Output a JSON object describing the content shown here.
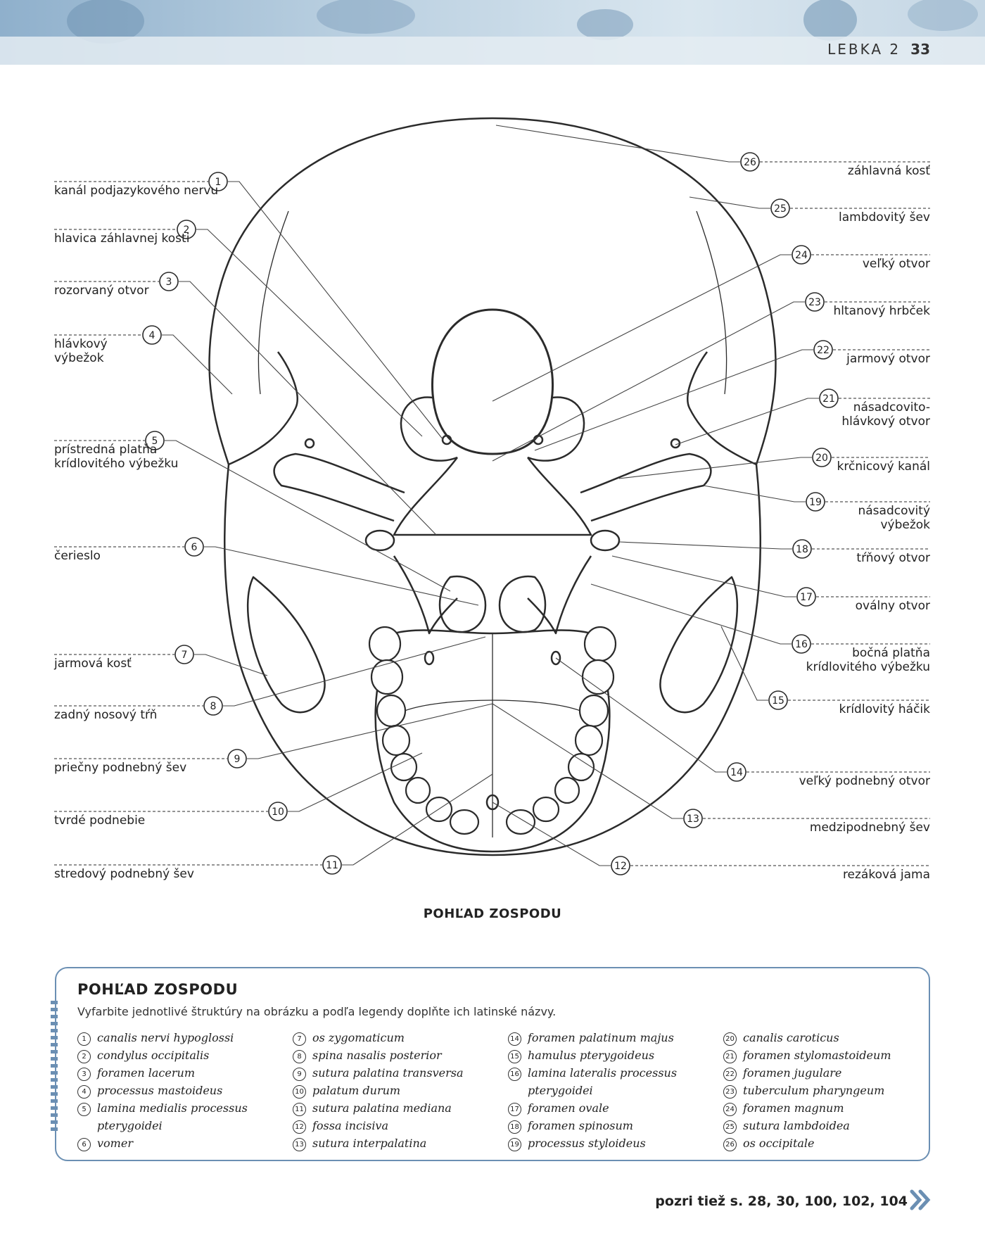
{
  "header": {
    "section": "LEBKA 2",
    "page": "33"
  },
  "labels_left": [
    {
      "num": "1",
      "text": "kanál podjazykového nervu"
    },
    {
      "num": "2",
      "text": "hlavica záhlavnej kosti"
    },
    {
      "num": "3",
      "text": "rozorvaný otvor"
    },
    {
      "num": "4",
      "text": "hlávkový\nvýbežok"
    },
    {
      "num": "5",
      "text": "prístredná platňa\nkrídlovitého výbežku"
    },
    {
      "num": "6",
      "text": "čerieslo"
    },
    {
      "num": "7",
      "text": "jarmová kosť"
    },
    {
      "num": "8",
      "text": "zadný nosový tŕň"
    },
    {
      "num": "9",
      "text": "priečny podnebný šev"
    },
    {
      "num": "10",
      "text": "tvrdé podnebie"
    },
    {
      "num": "11",
      "text": "stredový podnebný šev"
    }
  ],
  "labels_right": [
    {
      "num": "26",
      "text": "záhlavná kosť"
    },
    {
      "num": "25",
      "text": "lambdovitý šev"
    },
    {
      "num": "24",
      "text": "veľký otvor"
    },
    {
      "num": "23",
      "text": "hltanový hrbček"
    },
    {
      "num": "22",
      "text": "jarmový otvor"
    },
    {
      "num": "21",
      "text": "násadcovito-\nhlávkový otvor"
    },
    {
      "num": "20",
      "text": "krčnicový kanál"
    },
    {
      "num": "19",
      "text": "násadcovitý\nvýbežok"
    },
    {
      "num": "18",
      "text": "tŕňový otvor"
    },
    {
      "num": "17",
      "text": "oválny otvor"
    },
    {
      "num": "16",
      "text": "bočná platňa\nkrídlovitého výbežku"
    },
    {
      "num": "15",
      "text": "krídlovitý háčik"
    },
    {
      "num": "14",
      "text": "veľký podnebný otvor"
    },
    {
      "num": "13",
      "text": "medzipodnebný šev"
    },
    {
      "num": "12",
      "text": "rezáková jama"
    }
  ],
  "caption": "POHĽAD ZOSPODU",
  "legend": {
    "title": "POHĽAD ZOSPODU",
    "instruction": "Vyfarbite jednotlivé štruktúry na obrázku a podľa legendy doplňte ich latinské názvy.",
    "columns": [
      [
        {
          "num": "1",
          "text": "canalis nervi hypoglossi"
        },
        {
          "num": "2",
          "text": "condylus occipitalis"
        },
        {
          "num": "3",
          "text": "foramen lacerum"
        },
        {
          "num": "4",
          "text": "processus mastoideus"
        },
        {
          "num": "5",
          "text": "lamina medialis processus"
        },
        {
          "num": "",
          "text": "pterygoidei"
        },
        {
          "num": "6",
          "text": "vomer"
        }
      ],
      [
        {
          "num": "7",
          "text": "os zygomaticum"
        },
        {
          "num": "8",
          "text": "spina nasalis posterior"
        },
        {
          "num": "9",
          "text": "sutura palatina transversa"
        },
        {
          "num": "10",
          "text": "palatum durum"
        },
        {
          "num": "11",
          "text": "sutura palatina mediana"
        },
        {
          "num": "12",
          "text": "fossa incisiva"
        },
        {
          "num": "13",
          "text": "sutura interpalatina"
        }
      ],
      [
        {
          "num": "14",
          "text": "foramen palatinum majus"
        },
        {
          "num": "15",
          "text": "hamulus pterygoideus"
        },
        {
          "num": "16",
          "text": "lamina lateralis processus"
        },
        {
          "num": "",
          "text": "pterygoidei"
        },
        {
          "num": "17",
          "text": "foramen ovale"
        },
        {
          "num": "18",
          "text": "foramen spinosum"
        },
        {
          "num": "19",
          "text": "processus styloideus"
        }
      ],
      [
        {
          "num": "20",
          "text": "canalis caroticus"
        },
        {
          "num": "21",
          "text": "foramen stylomastoideum"
        },
        {
          "num": "22",
          "text": "foramen jugulare"
        },
        {
          "num": "23",
          "text": "tuberculum pharyngeum"
        },
        {
          "num": "24",
          "text": "foramen magnum"
        },
        {
          "num": "25",
          "text": "sutura lambdoidea"
        },
        {
          "num": "26",
          "text": "os occipitale"
        }
      ]
    ]
  },
  "footer": {
    "see_also": "pozri tiež s. 28, 30, 100, 102, 104"
  },
  "colors": {
    "accent": "#6b8fb3",
    "line": "#2b2b2b"
  }
}
